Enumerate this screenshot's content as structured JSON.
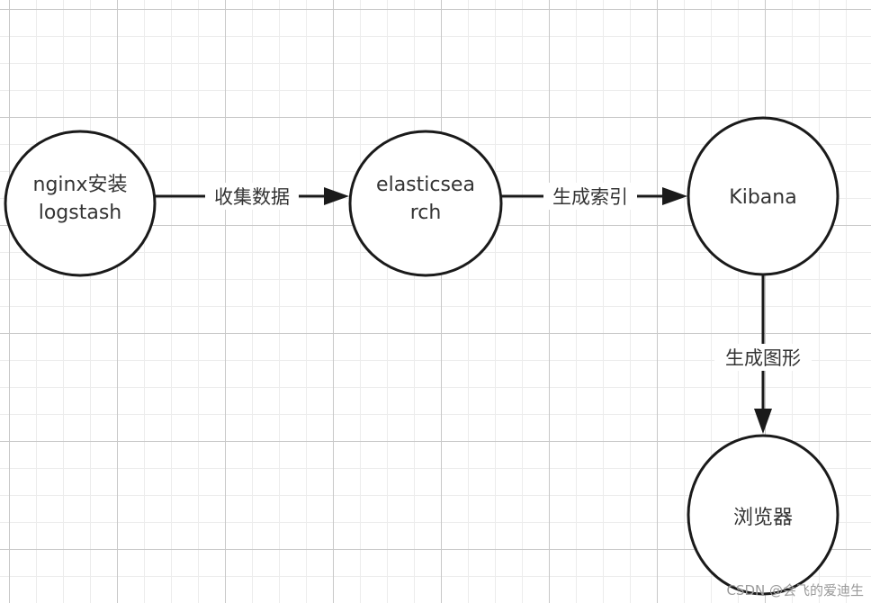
{
  "diagram": {
    "nodes": {
      "nginx": {
        "line1": "nginx安装",
        "line2": "logstash"
      },
      "es": {
        "line1": "elasticsea",
        "line2": "rch"
      },
      "kibana": {
        "label": "Kibana"
      },
      "browser": {
        "label": "浏览器"
      }
    },
    "edges": {
      "collect": {
        "label": "收集数据"
      },
      "index": {
        "label": "生成索引"
      },
      "graph": {
        "label": "生成图形"
      }
    }
  },
  "watermark": "CSDN @会飞的爱迪生"
}
